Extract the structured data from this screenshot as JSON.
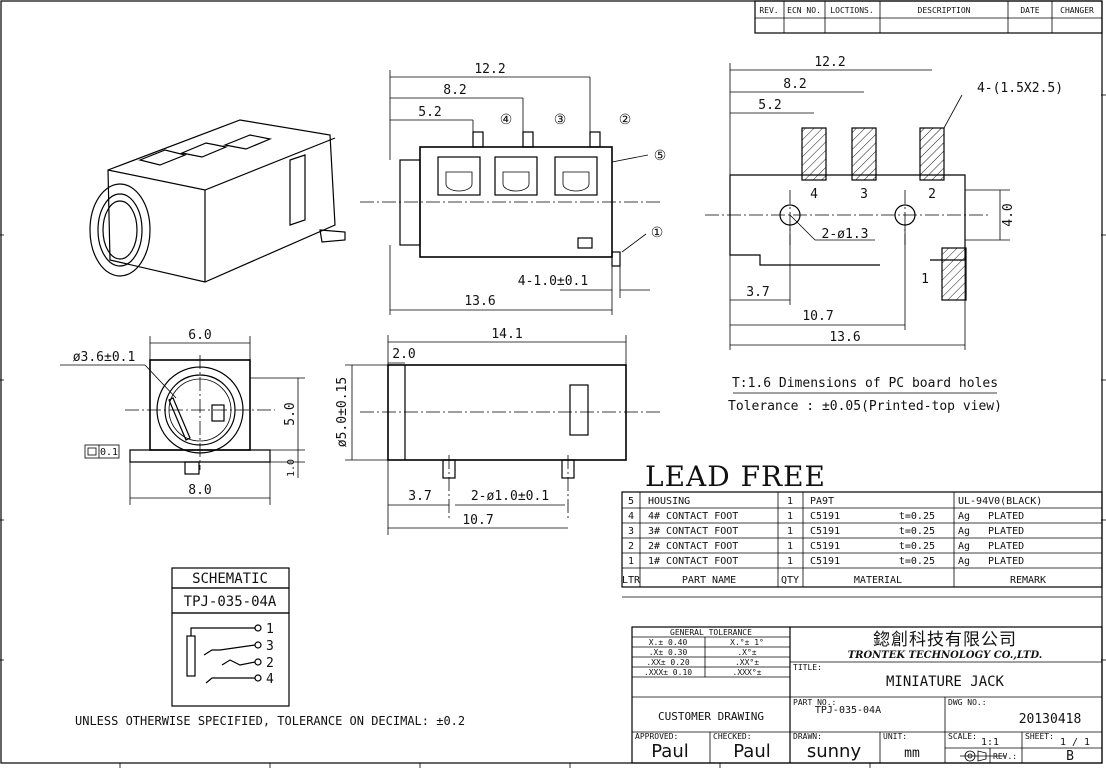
{
  "revision_table": {
    "headers": [
      "REV.",
      "ECN NO.",
      "LOCTIONS.",
      "DESCRIPTION",
      "DATE",
      "CHANGER"
    ]
  },
  "front_view": {
    "dim_12_2": "12.2",
    "dim_8_2": "8.2",
    "dim_5_2": "5.2",
    "callout_1": "①",
    "callout_2": "②",
    "callout_3": "③",
    "callout_4": "④",
    "callout_5": "⑤",
    "dim_contact": "4-1.0±0.1",
    "dim_13_6": "13.6"
  },
  "pcb_view": {
    "dim_12_2": "12.2",
    "dim_8_2": "8.2",
    "dim_5_2": "5.2",
    "pad_note": "4-(1.5X2.5)",
    "pad_4": "4",
    "pad_3": "3",
    "pad_2": "2",
    "pad_1": "1",
    "holes": "2-ø1.3",
    "dim_4_0": "4.0",
    "dim_3_7": "3.7",
    "dim_10_7": "10.7",
    "dim_13_6": "13.6",
    "note_line1": "T:1.6 Dimensions of PC board holes",
    "note_line2": "Tolerance : ±0.05(Printed-top view)"
  },
  "end_view": {
    "dim_6_0": "6.0",
    "dim_hole": "ø3.6±0.1",
    "dim_5_0": "5.0",
    "dim_1_0": "1.0",
    "dim_8_0": "8.0",
    "flat_label": "0.1"
  },
  "side_view": {
    "dim_14_1": "14.1",
    "dim_2_0": "2.0",
    "dim_dia": "ø5.0±0.15",
    "dim_3_7": "3.7",
    "dim_holes": "2-ø1.0±0.1",
    "dim_10_7": "10.7"
  },
  "lead_free": "LEAD FREE",
  "bom": {
    "rows": [
      {
        "no": "5",
        "name": "HOUSING",
        "qty": "1",
        "mat": "PA9T",
        "thk": "",
        "remark_a": "UL-94V0(BLACK)",
        "remark_b": ""
      },
      {
        "no": "4",
        "name": "4# CONTACT FOOT",
        "qty": "1",
        "mat": "C5191",
        "thk": "t=0.25",
        "remark_a": "Ag",
        "remark_b": "PLATED"
      },
      {
        "no": "3",
        "name": "3# CONTACT FOOT",
        "qty": "1",
        "mat": "C5191",
        "thk": "t=0.25",
        "remark_a": "Ag",
        "remark_b": "PLATED"
      },
      {
        "no": "2",
        "name": "2# CONTACT FOOT",
        "qty": "1",
        "mat": "C5191",
        "thk": "t=0.25",
        "remark_a": "Ag",
        "remark_b": "PLATED"
      },
      {
        "no": "1",
        "name": "1# CONTACT FOOT",
        "qty": "1",
        "mat": "C5191",
        "thk": "t=0.25",
        "remark_a": "Ag",
        "remark_b": "PLATED"
      }
    ],
    "header": {
      "no": "LTR",
      "name": "PART NAME",
      "qty": "QTY",
      "mat": "MATERIAL",
      "remark": "REMARK"
    }
  },
  "schematic": {
    "title": "SCHEMATIC",
    "model": "TPJ-035-04A",
    "pin1": "1",
    "pin3": "3",
    "pin2": "2",
    "pin4": "4"
  },
  "tolerance_note": "UNLESS OTHERWISE SPECIFIED, TOLERANCE ON DECIMAL: ±0.2",
  "title_block": {
    "general_tolerance": "GENERAL TOLERANCE",
    "tol_rows": [
      [
        "X.± 0.40",
        "X.°± 1°"
      ],
      [
        ".X± 0.30",
        ".X°±"
      ],
      [
        ".XX± 0.20",
        ".XX°±"
      ],
      [
        ".XXX± 0.10",
        ".XXX°±"
      ]
    ],
    "company_cn": "鍃創科技有限公司",
    "company_en": "TRONTEK TECHNOLOGY CO.,LTD.",
    "title_label": "TITLE:",
    "title_value": "MINIATURE JACK",
    "customer_drawing": "CUSTOMER DRAWING",
    "part_no_label": "PART NO.:",
    "part_no": "TPJ-035-04A",
    "dwg_no_label": "DWG NO.:",
    "dwg_no": "20130418",
    "approved_label": "APPROVED:",
    "approved": "Paul",
    "checked_label": "CHECKED:",
    "checked": "Paul",
    "drawn_label": "DRAWN:",
    "drawn": "sunny",
    "unit_label": "UNIT:",
    "unit": "mm",
    "scale_label": "SCALE:",
    "scale": "1:1",
    "sheet_label": "SHEET:",
    "sheet": "1 / 1",
    "rev_label": "REV.:",
    "rev": "B"
  }
}
